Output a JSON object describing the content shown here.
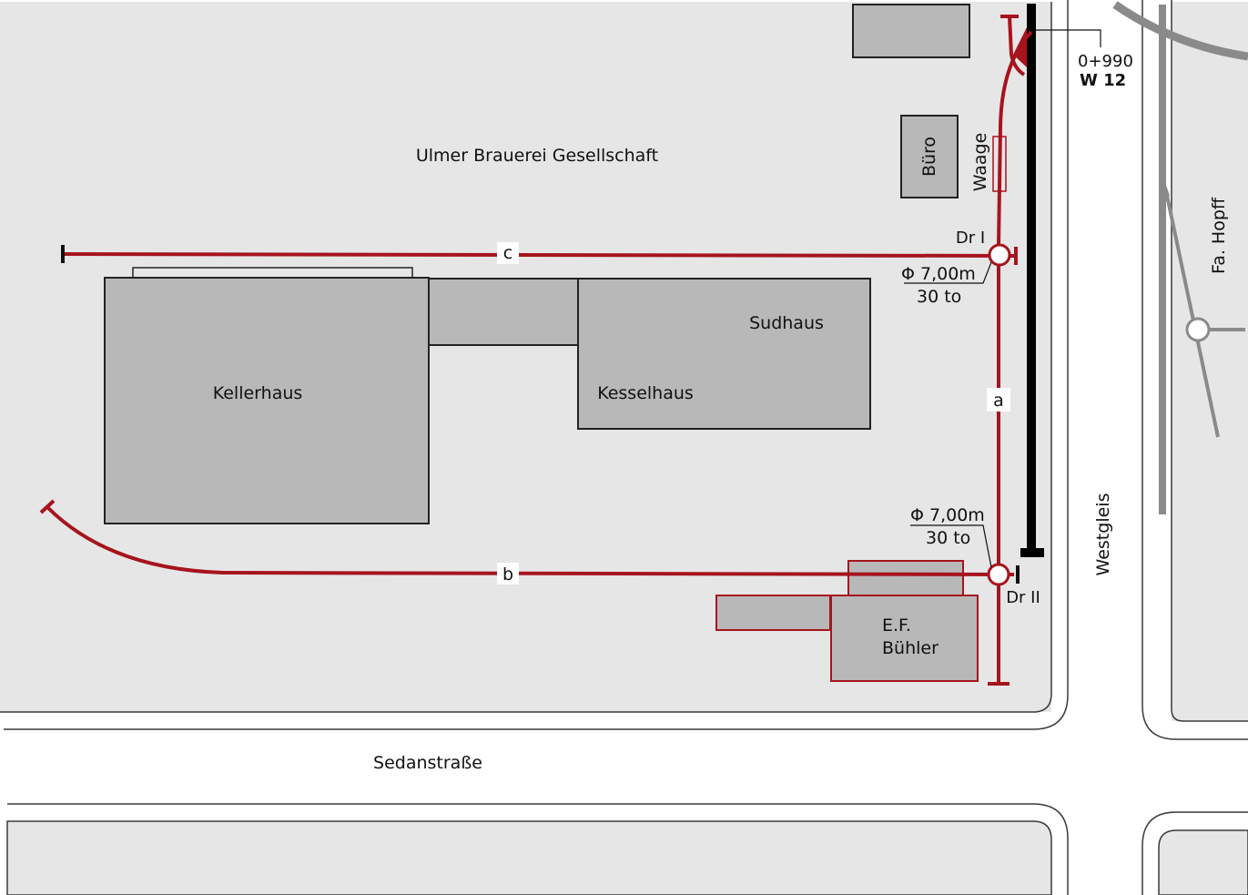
{
  "colors": {
    "ground": "#e6e6e6",
    "street": "#ffffff",
    "building": "#b8b8b8",
    "siding_track": "#a6141e",
    "main_track": "#000000",
    "neighbour_track": "#8a8a8a"
  },
  "labels": {
    "brewery": "Ulmer Brauerei Gesellschaft",
    "street": "Sedanstraße",
    "westgleis": "Westgleis",
    "neighbour": "Fa. Hopff",
    "chainage": "0+990",
    "switch": "W 12"
  },
  "buildings": {
    "kellerhaus": "Kellerhaus",
    "sudhaus": "Sudhaus",
    "kesselhaus": "Kesselhaus",
    "buero": "Büro",
    "waage": "Waage",
    "buehler_line1": "E.F.",
    "buehler_line2": "Bühler"
  },
  "tracks": {
    "a": "a",
    "b": "b",
    "c": "c"
  },
  "turntables": {
    "dr1": {
      "name": "Dr I",
      "diameter": "Φ 7,00m",
      "capacity": "30 to"
    },
    "dr2": {
      "name": "Dr II",
      "diameter": "Φ 7,00m",
      "capacity": "30 to"
    }
  }
}
